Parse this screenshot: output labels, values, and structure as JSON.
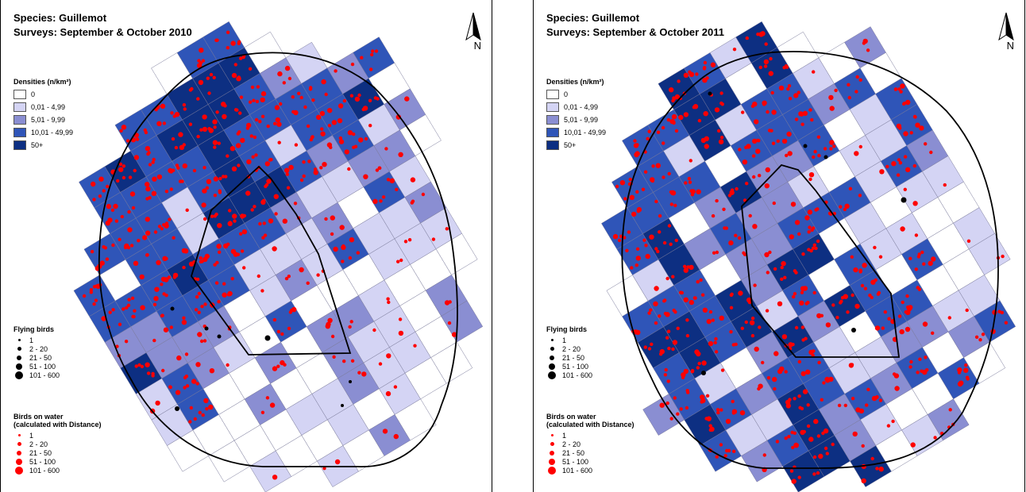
{
  "panels": [
    {
      "species_line": "Species:  Guillemot",
      "surveys_line": "Surveys:  September & October 2010",
      "north": "N",
      "densities_title": "Densities (n/km²)",
      "density_classes": [
        {
          "label": "0",
          "color": "#ffffff"
        },
        {
          "label": "0,01 - 4,99",
          "color": "#d4d4f4"
        },
        {
          "label": "5,01 - 9,99",
          "color": "#8a8ed2"
        },
        {
          "label": "10,01 - 49,99",
          "color": "#2f55b8"
        },
        {
          "label": "50+",
          "color": "#0d2f82"
        }
      ],
      "flying_title": "Flying birds",
      "flying_classes": [
        "1",
        "2 - 20",
        "21 - 50",
        "51 - 100",
        "101 - 600"
      ],
      "water_title_1": "Birds on water",
      "water_title_2": "(calculated with Distance)",
      "water_classes": [
        "1",
        "2 - 20",
        "21 - 50",
        "51 - 100",
        "101 - 600"
      ]
    },
    {
      "species_line": "Species:  Guillemot",
      "surveys_line": "Surveys:  September & October 2011",
      "north": "N",
      "densities_title": "Densities (n/km²)",
      "density_classes": [
        {
          "label": "0",
          "color": "#ffffff"
        },
        {
          "label": "0,01 - 4,99",
          "color": "#d4d4f4"
        },
        {
          "label": "5,01 - 9,99",
          "color": "#8a8ed2"
        },
        {
          "label": "10,01 - 49,99",
          "color": "#2f55b8"
        },
        {
          "label": "50+",
          "color": "#0d2f82"
        }
      ],
      "flying_title": "Flying birds",
      "flying_classes": [
        "1",
        "2 - 20",
        "21 - 50",
        "51 - 100",
        "101 - 600"
      ],
      "water_title_1": "Birds on water",
      "water_title_2": "(calculated with Distance)",
      "water_classes": [
        "1",
        "2 - 20",
        "21 - 50",
        "51 - 100",
        "101 - 600"
      ]
    }
  ],
  "colors": {
    "bird_on_water": "#ff0000",
    "flying_bird": "#000000",
    "outline": "#000000"
  }
}
